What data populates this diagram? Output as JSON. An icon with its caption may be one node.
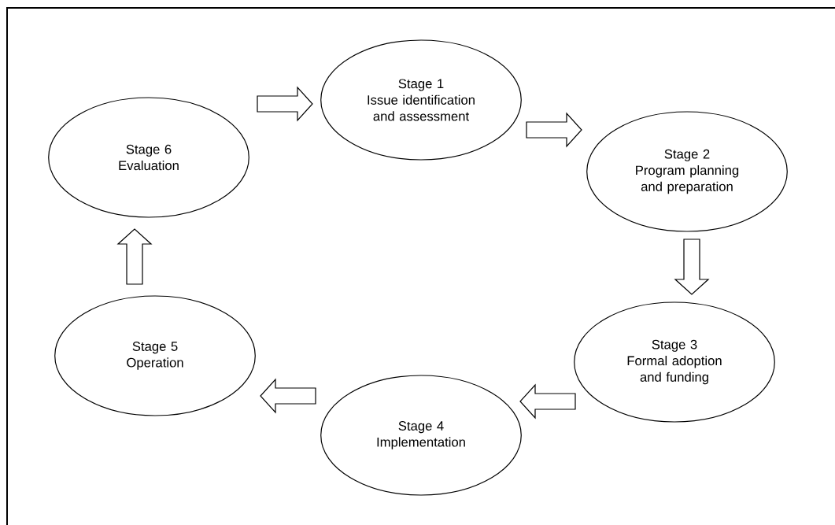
{
  "diagram": {
    "nodes": [
      {
        "text": [
          "Stage 1",
          "Issue identification and assessment"
        ]
      },
      {
        "text": [
          "Stage 2",
          "Program planning and preparation"
        ]
      },
      {
        "text": [
          "Stage 3",
          "Formal adoption and funding"
        ]
      },
      {
        "text": [
          "Stage 4",
          "Implementation"
        ]
      },
      {
        "text": [
          "Stage 5",
          "Operation"
        ]
      },
      {
        "text": [
          "Stage 6",
          "Evaluation"
        ]
      }
    ],
    "edges": [
      {
        "from": 0,
        "to": 1,
        "arrow": "to"
      },
      {
        "from": 1,
        "to": 2,
        "arrow": "to"
      },
      {
        "from": 2,
        "to": 3,
        "arrow": "to"
      },
      {
        "from": 3,
        "to": 4,
        "arrow": "to"
      },
      {
        "from": 4,
        "to": 5,
        "arrow": "to"
      },
      {
        "from": 5,
        "to": 0,
        "arrow": "to"
      }
    ]
  }
}
